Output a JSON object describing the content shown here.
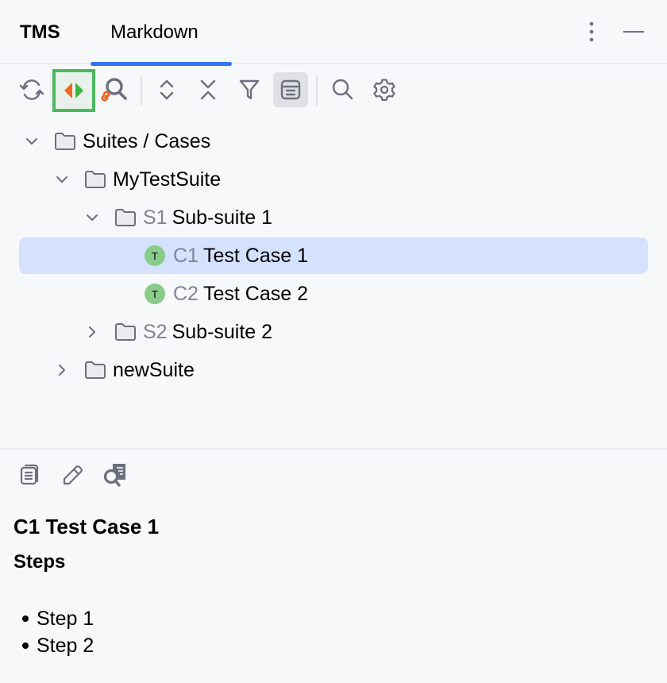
{
  "header": {
    "title": "TMS",
    "tabs": [
      {
        "label": "Markdown",
        "active": true
      }
    ],
    "more_icon": "more-vertical-icon",
    "minimize_icon": "minimize-icon"
  },
  "toolbar": {
    "buttons": [
      {
        "name": "refresh",
        "icon": "refresh-icon"
      },
      {
        "name": "toggle-diff",
        "icon": "diff-arrows-icon",
        "highlighted": true
      },
      {
        "name": "find-linked",
        "icon": "search-link-icon"
      },
      {
        "name": "expand-all",
        "icon": "expand-all-icon"
      },
      {
        "name": "collapse-all",
        "icon": "collapse-all-icon"
      },
      {
        "name": "filter",
        "icon": "filter-icon"
      },
      {
        "name": "preview",
        "icon": "preview-panel-icon",
        "active": true
      },
      {
        "name": "search",
        "icon": "search-icon"
      },
      {
        "name": "settings",
        "icon": "gear-icon"
      }
    ],
    "colors": {
      "highlight_border": "#4cb85d",
      "diff_left": "#f26522",
      "diff_right": "#3fb640",
      "link": "#f26522"
    }
  },
  "tree": {
    "items": [
      {
        "level": 0,
        "expanded": true,
        "type": "folder",
        "prefix": "",
        "label": "Suites / Cases"
      },
      {
        "level": 1,
        "expanded": true,
        "type": "folder",
        "prefix": "",
        "label": "MyTestSuite"
      },
      {
        "level": 2,
        "expanded": true,
        "type": "folder",
        "prefix": "S1",
        "label": "Sub-suite 1"
      },
      {
        "level": 3,
        "type": "case",
        "badge": "T",
        "prefix": "C1",
        "label": "Test Case 1",
        "selected": true
      },
      {
        "level": 3,
        "type": "case",
        "badge": "T",
        "prefix": "C2",
        "label": "Test Case 2"
      },
      {
        "level": 2,
        "expanded": false,
        "type": "folder",
        "prefix": "S2",
        "label": "Sub-suite 2"
      },
      {
        "level": 1,
        "expanded": false,
        "type": "folder",
        "prefix": "",
        "label": "newSuite"
      }
    ],
    "colors": {
      "selected_bg": "#d4e2ff",
      "badge": "#89cc8a",
      "prefix": "#818594"
    }
  },
  "detail": {
    "toolbar": [
      {
        "name": "copy",
        "icon": "copy-icon"
      },
      {
        "name": "edit",
        "icon": "pencil-icon"
      },
      {
        "name": "find-usages",
        "icon": "search-document-icon"
      }
    ],
    "title": "C1 Test Case 1",
    "section": "Steps",
    "steps": [
      "Step 1",
      "Step 2"
    ]
  }
}
